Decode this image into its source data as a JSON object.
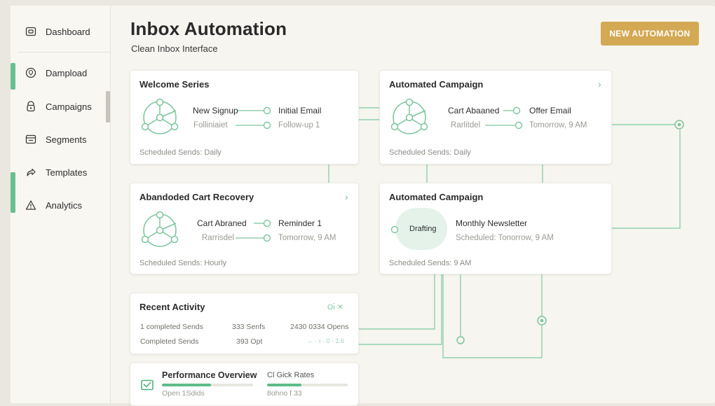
{
  "sidebar": {
    "items": [
      {
        "label": "Dashboard",
        "icon": "dashboard-icon"
      },
      {
        "label": "Dampload",
        "icon": "location-pin-icon"
      },
      {
        "label": "Campaigns",
        "icon": "lock-icon"
      },
      {
        "label": "Segments",
        "icon": "window-icon"
      },
      {
        "label": "Templates",
        "icon": "share-icon"
      },
      {
        "label": "Analytics",
        "icon": "warning-icon"
      }
    ]
  },
  "header": {
    "title": "Inbox Automation",
    "subtitle": "Clean Inbox Interface",
    "new_button": "NEW AUTOMATION"
  },
  "cards": {
    "welcome": {
      "title": "Welcome Series",
      "node1": "New Signup",
      "node1_sub": "Folliniaiet",
      "node2": "Initial Email",
      "node2_sub": "Follow-up 1",
      "footer": "Scheduled Sends: Daily"
    },
    "campaign1": {
      "title": "Automated Campaign",
      "node1": "Cart Abaaned",
      "node1_sub": "Rarlitdel",
      "node2": "Offer Email",
      "node2_sub": "Tomorrow, 9 AM",
      "footer": "Scheduled Sends: Daily"
    },
    "cart": {
      "title": "Abandoded Cart Recovery",
      "node1": "Cart Abraned",
      "node1_sub": "Rarrisdel",
      "node2": "Reminder 1",
      "node2_sub": "Tomorrow, 9 AM",
      "footer": "Scheduled Sends: Hourly"
    },
    "campaign2": {
      "title": "Automated Campaign",
      "status": "Drafting",
      "node1": "Monthly Newsletter",
      "node1_sub": "Scheduled: Tonorrow, 9 AM",
      "footer": "Scheduled Sends: 9 AM"
    },
    "activity": {
      "title": "Recent Activity",
      "controls": "Oı̄ ✕",
      "rows": [
        {
          "a": "1 completed Sends",
          "b": "333 Senfs",
          "c": "2430 0334 Opens"
        },
        {
          "a": "Completed Sends",
          "b": "393 Opt",
          "c": "← · ı · 0 · 1.6"
        }
      ]
    },
    "performance": {
      "title": "Performance Overview",
      "sub1": "Open 1Sdids",
      "metric2": "Cl Gick Rates",
      "sub2": "8ohno f 33",
      "open_fill": 0.54,
      "click_fill": 0.43
    }
  },
  "colors": {
    "accent_green": "#5ebc8a",
    "button_gold": "#d4a954",
    "background": "#f6f5ef"
  }
}
